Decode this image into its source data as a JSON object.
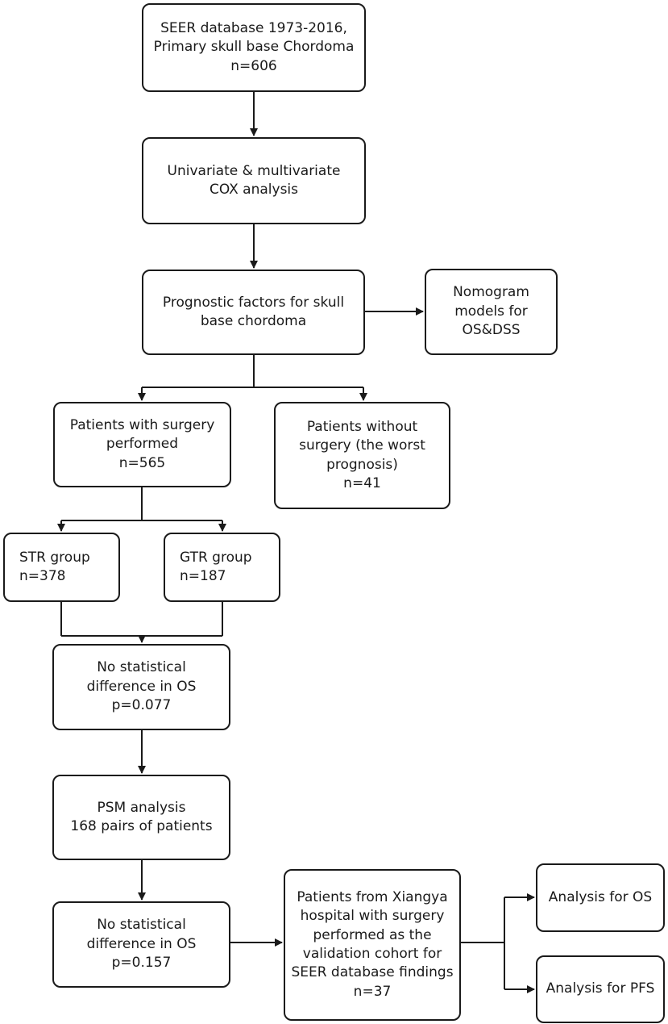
{
  "boxes": {
    "seer": [
      "SEER database 1973-2016,",
      "Primary skull base Chordoma",
      "n=606"
    ],
    "cox": [
      "Univariate & multivariate",
      "COX analysis"
    ],
    "prognostic": [
      "Prognostic factors for skull",
      "base chordoma"
    ],
    "nomogram": [
      "Nomogram",
      "models for",
      "OS&DSS"
    ],
    "surgery": [
      "Patients with surgery",
      "performed",
      "n=565"
    ],
    "no_surgery": [
      "Patients without",
      "surgery (the worst",
      "prognosis)",
      "n=41"
    ],
    "str": [
      "STR group",
      "n=378"
    ],
    "gtr": [
      "GTR group",
      "n=187"
    ],
    "nodiff1": [
      "No statistical",
      "difference in OS",
      "p=0.077"
    ],
    "psm": [
      "PSM analysis",
      "168 pairs of patients"
    ],
    "nodiff2": [
      "No statistical",
      "difference in OS",
      "p=0.157"
    ],
    "xiangya": [
      "Patients from Xiangya",
      "hospital with surgery",
      "performed as the",
      "validation cohort for",
      "SEER database findings",
      "n=37"
    ],
    "os": [
      "Analysis for OS"
    ],
    "pfs": [
      "Analysis for PFS"
    ]
  }
}
